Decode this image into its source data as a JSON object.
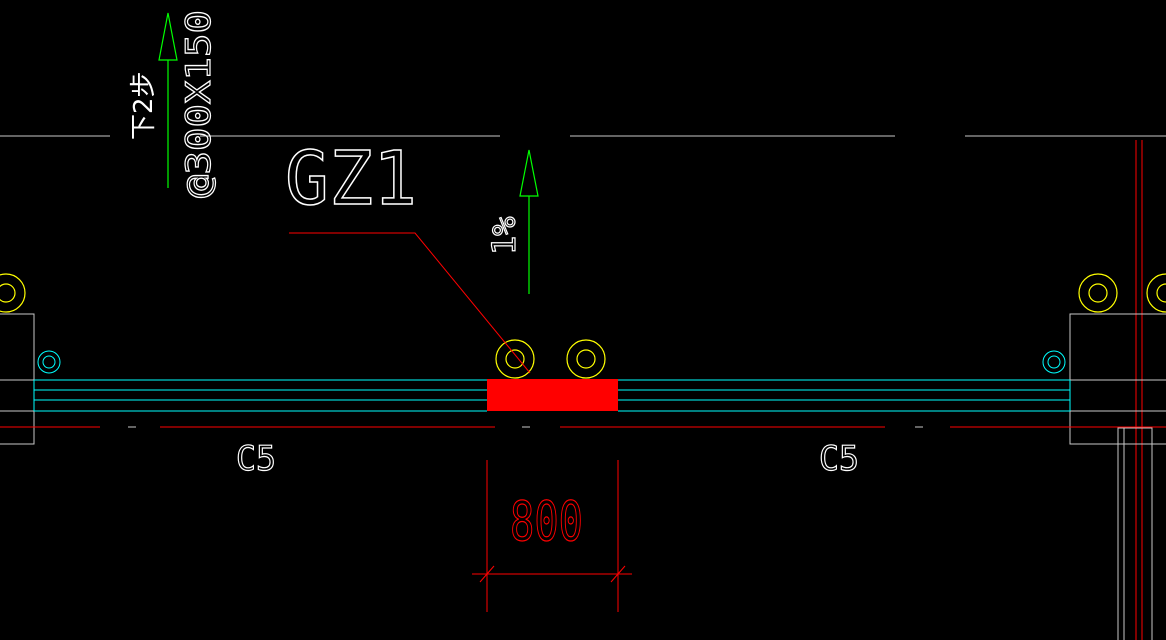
{
  "labels": {
    "column_tag": "GZ1",
    "window_left": "C5",
    "window_right": "C5",
    "dimension_width": "800",
    "slope": "1%",
    "stair_down": "下2步",
    "step_spec": "@300X150"
  },
  "colors": {
    "background": "#000000",
    "wall_line": "#c8c8c8",
    "window_line": "#00ffff",
    "axis_line": "#ff0000",
    "column_fill": "#ff0000",
    "column_circle": "#ffff00",
    "arrow": "#00ff00",
    "dimension": "#ff0000",
    "text": "#ffffff"
  }
}
